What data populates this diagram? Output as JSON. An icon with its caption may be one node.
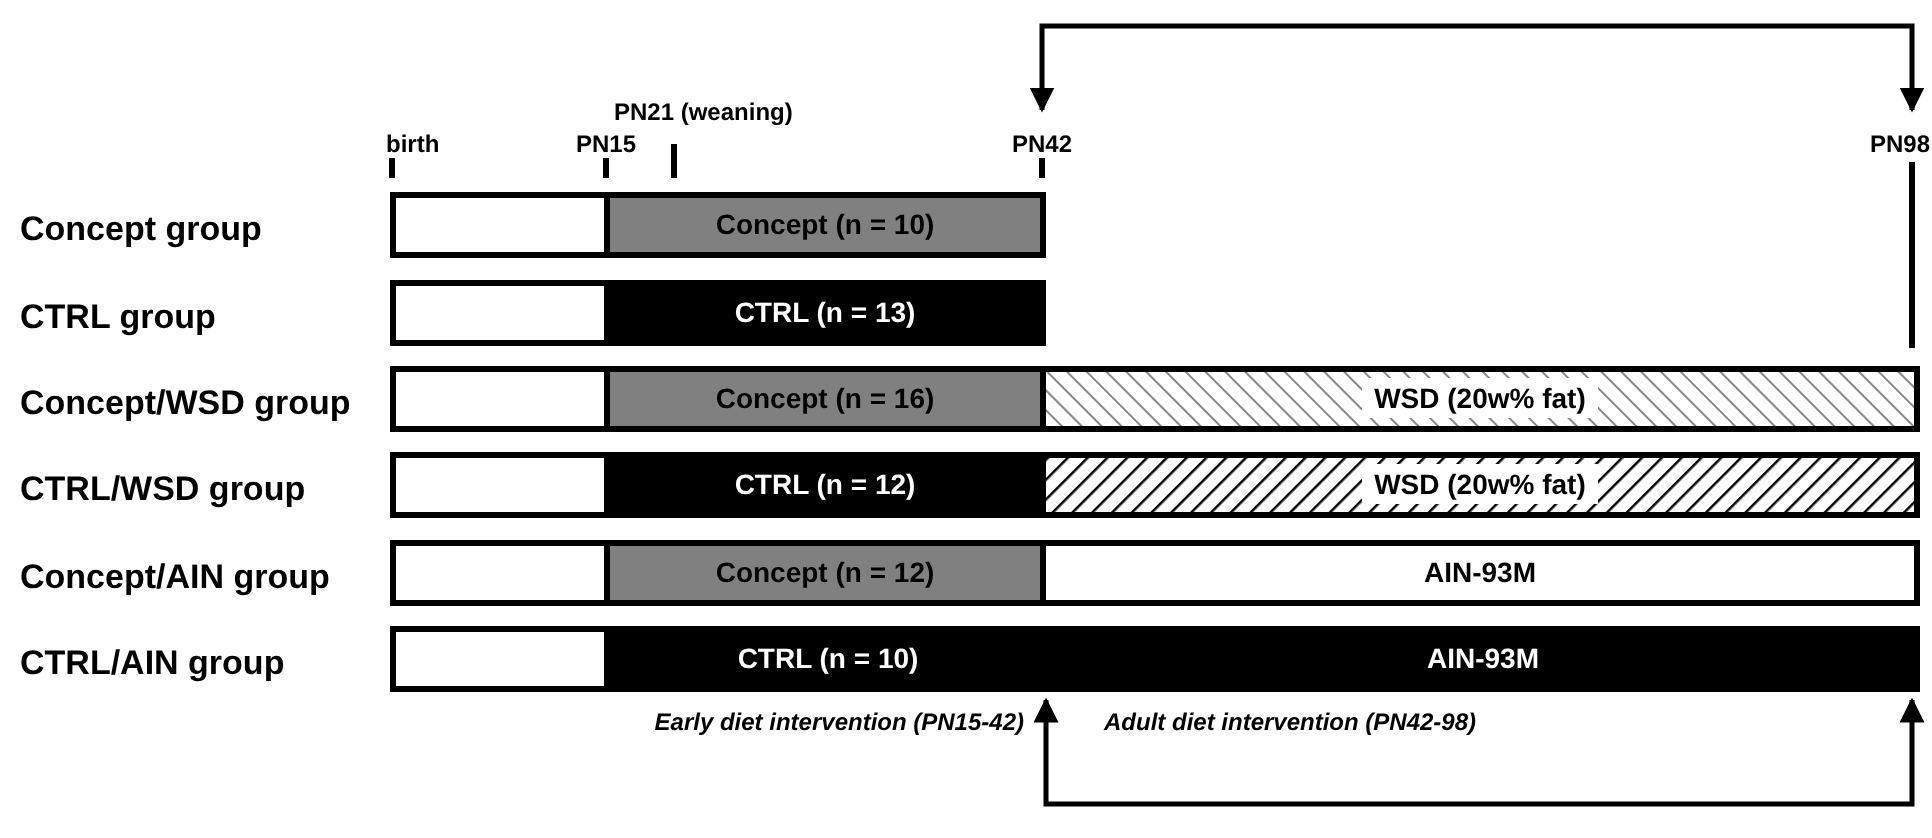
{
  "diagram": {
    "nodes": [
      {
        "text": [],
        "shape": "box"
      },
      {
        "text": [
          "Concept (n = 10)"
        ]
      },
      {
        "text": [],
        "shape": "box"
      },
      {
        "text": [
          "CTRL (n = 13)"
        ]
      },
      {
        "text": [],
        "shape": "box"
      },
      {
        "text": [
          "Concept (n = 16)"
        ]
      },
      {
        "text": [
          "WSD (20w% fat)"
        ]
      },
      {
        "text": [],
        "shape": "box"
      },
      {
        "text": [
          "CTRL (n = 12)"
        ]
      },
      {
        "text": [
          "WSD (20w% fat)"
        ]
      },
      {
        "text": [],
        "shape": "box"
      },
      {
        "text": [
          "Concept (n = 12)"
        ]
      },
      {
        "text": [
          "AIN-93M"
        ]
      },
      {
        "text": [],
        "shape": "box"
      },
      {
        "text": [
          "CTRL (n = 10)",
          "AIN-93M"
        ]
      }
    ],
    "labels": [
      "PN21 (weaning)",
      "birth",
      "PN15",
      "PN42",
      "PN98",
      "Concept group",
      "CTRL group",
      "Concept/WSD group",
      "CTRL/WSD group",
      "Concept/AIN group",
      "CTRL/AIN group",
      "Early diet intervention (PN15-42)",
      "Adult diet intervention (PN42-98)"
    ]
  }
}
